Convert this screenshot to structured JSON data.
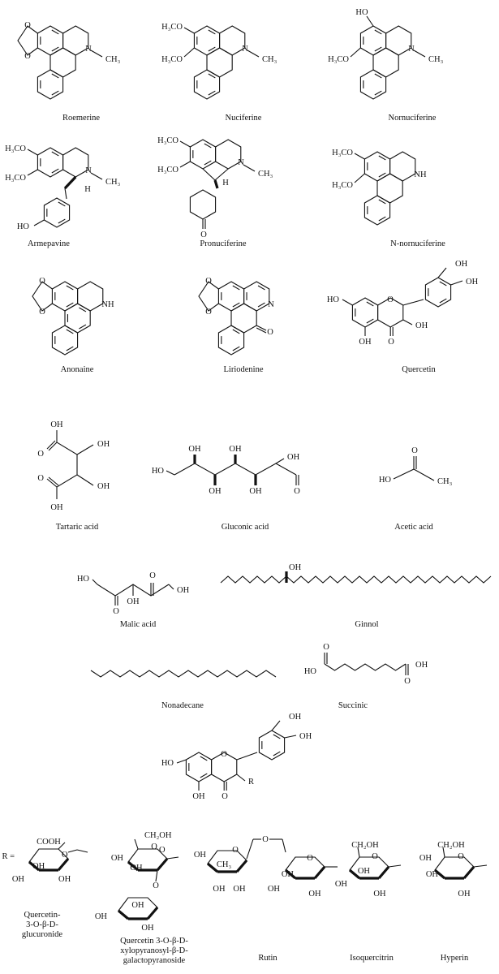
{
  "compounds": [
    {
      "name": "Roemerine",
      "labels": [
        "O",
        "O",
        "N",
        "CH₃"
      ]
    },
    {
      "name": "Nuciferine",
      "labels": [
        "H₃CO",
        "H₃CO",
        "N",
        "CH₃"
      ]
    },
    {
      "name": "Nornuciferine",
      "labels": [
        "HO",
        "H₃CO",
        "N",
        "CH₃"
      ]
    },
    {
      "name": "Armepavine",
      "labels": [
        "H₃CO",
        "H₃CO",
        "N",
        "CH₃",
        "H",
        "HO"
      ]
    },
    {
      "name": "Pronuciferine",
      "labels": [
        "H₃CO",
        "H₃CO",
        "N",
        "CH₃",
        "H",
        "O"
      ]
    },
    {
      "name": "N-nornuciferine",
      "labels": [
        "H₃CO",
        "H₃CO",
        "NH"
      ]
    },
    {
      "name": "Anonaine",
      "labels": [
        "O",
        "O",
        "NH"
      ]
    },
    {
      "name": "Liriodenine",
      "labels": [
        "O",
        "O",
        "N",
        "O"
      ]
    },
    {
      "name": "Quercetin",
      "labels": [
        "HO",
        "O",
        "OH",
        "OH",
        "OH",
        "OH",
        "O"
      ]
    },
    {
      "name": "Tartaric acid",
      "labels": [
        "O",
        "OH",
        "OH",
        "O",
        "OH",
        "OH"
      ]
    },
    {
      "name": "Gluconic acid",
      "labels": [
        "HO",
        "OH",
        "OH",
        "OH",
        "OH",
        "OH",
        "O"
      ]
    },
    {
      "name": "Acetic acid",
      "labels": [
        "O",
        "HO",
        "CH₃"
      ]
    },
    {
      "name": "Malic acid",
      "labels": [
        "HO",
        "O",
        "O",
        "OH",
        "OH"
      ]
    },
    {
      "name": "Ginnol",
      "labels": [
        "OH"
      ]
    },
    {
      "name": "Nonadecane",
      "labels": []
    },
    {
      "name": "Succinic",
      "labels": [
        "O",
        "HO",
        "OH",
        "O"
      ]
    },
    {
      "name": "",
      "labels": [
        "HO",
        "O",
        "OH",
        "OH",
        "OH",
        "O",
        "R"
      ]
    },
    {
      "name_lines": [
        "Quercetin-",
        "3-O-β-D-",
        "glucuronide"
      ],
      "labels": [
        "R =",
        "COOH",
        "O",
        "OH",
        "OH",
        "OH"
      ]
    },
    {
      "name_lines": [
        "Quercetin 3-O-β-D-",
        "xylopyranosyl-β-D-",
        "galactopyranoside"
      ],
      "labels": [
        "CH₂OH",
        "O",
        "OH",
        "OH",
        "O",
        "O",
        "OH",
        "OH",
        "OH"
      ]
    },
    {
      "name": "Rutin",
      "labels": [
        "OH",
        "O",
        "CH₃",
        "OH",
        "OH",
        "O",
        "O",
        "OH",
        "OH",
        "OH"
      ]
    },
    {
      "name": "Isoquercitrin",
      "labels": [
        "CH₂OH",
        "O",
        "OH",
        "OH",
        "OH"
      ]
    },
    {
      "name": "Hyperin",
      "labels": [
        "CH₂OH",
        "OH",
        "O",
        "OH",
        "OH"
      ]
    }
  ]
}
